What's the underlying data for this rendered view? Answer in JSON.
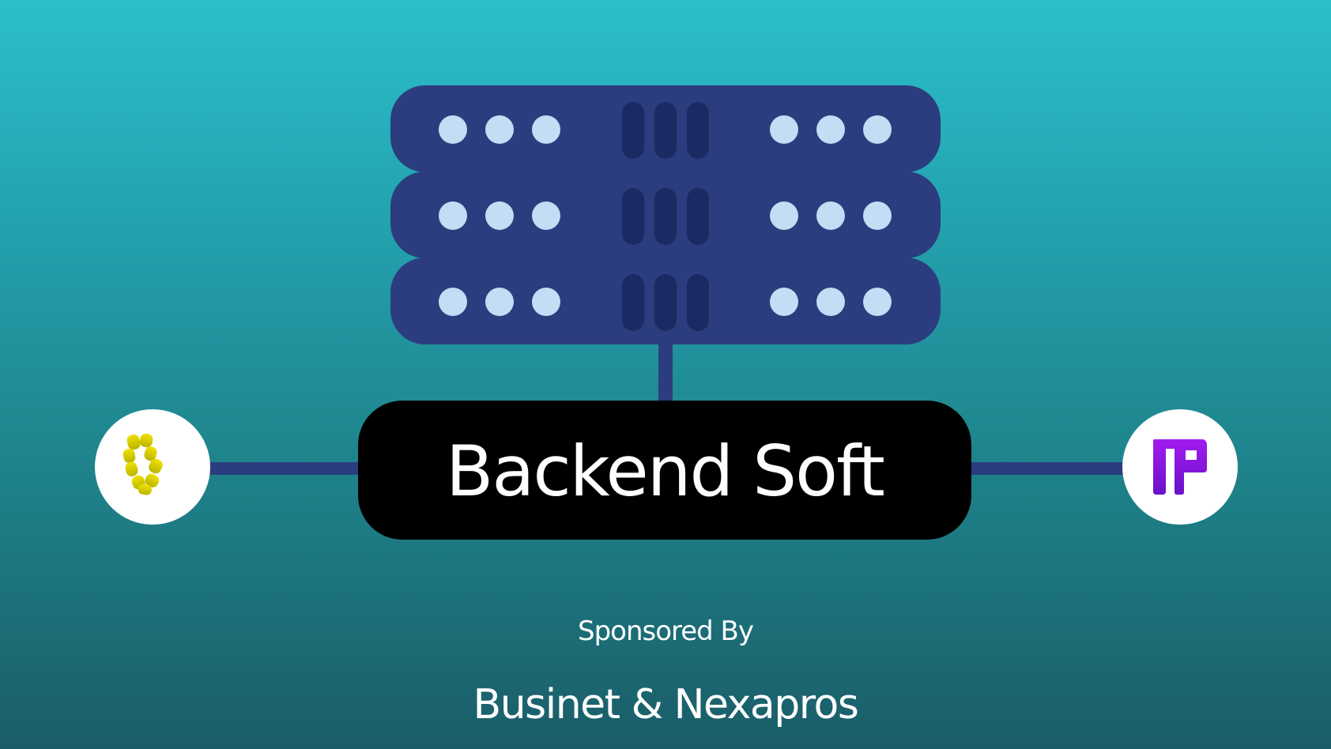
{
  "title": "Backend Soft",
  "sponsor_label": "Sponsored By",
  "sponsors": "Businet & Nexapros",
  "icons": {
    "server": "server-rack-icon",
    "left_partner": "businet-logo-icon",
    "right_partner": "nexapros-logo-icon"
  },
  "colors": {
    "background_top": "#2bbfca",
    "background_bottom": "#1a5d68",
    "server_body": "#2b3d7e",
    "server_slot": "#1a2a63",
    "server_led": "#c4dcf4",
    "connector": "#2b3d7e",
    "title_box": "#000000",
    "left_logo_yellow": "#d8cc00",
    "right_logo_purple": "#8b1be0"
  }
}
